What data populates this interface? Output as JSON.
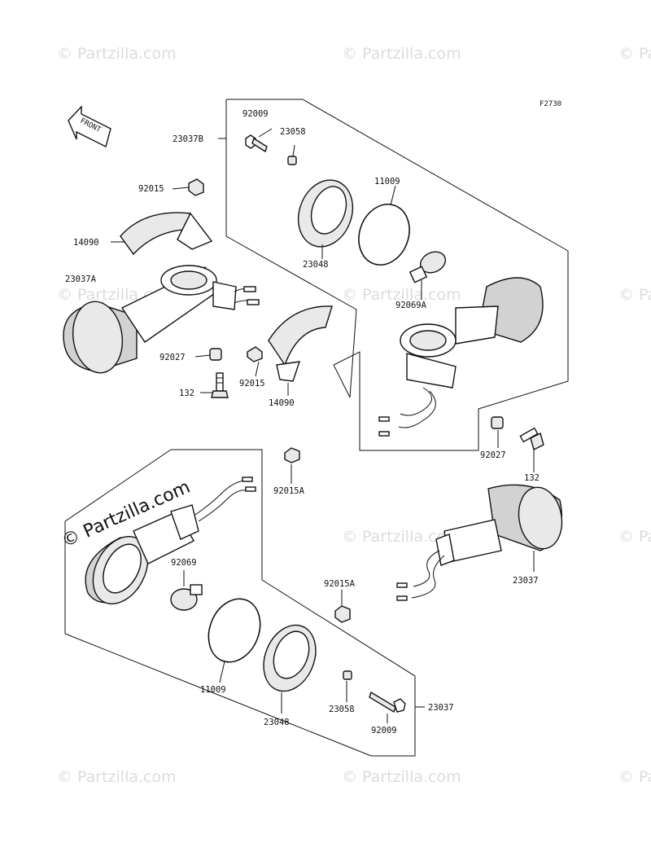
{
  "diagram_code": "F2730",
  "front_label": "FRONT",
  "watermark_text": "© Partzilla.com",
  "watermark_large_text": "© Partzilla.com",
  "parts": {
    "p23037B": "23037B",
    "p92009_top": "92009",
    "p23058_top": "23058",
    "p11009_top": "11009",
    "p23048_top": "23048",
    "p92069A": "92069A",
    "p92015_tl": "92015",
    "p14090_l": "14090",
    "p23037A": "23037A",
    "p92027_l": "92027",
    "p132_l": "132",
    "p92015_m": "92015",
    "p14090_m": "14090",
    "p92027_r": "92027",
    "p132_r": "132",
    "p92015A_top": "92015A",
    "p92069": "92069",
    "p11009_bot": "11009",
    "p23048_bot": "23048",
    "p23058_bot": "23058",
    "p92009_bot": "92009",
    "p23037_bot": "23037",
    "p92015A_mid": "92015A",
    "p23037_right": "23037"
  },
  "colors": {
    "line": "#111111",
    "watermark": "#dcdcdc",
    "fill_light": "#e9e9e9",
    "fill_dark": "#d2d2d2"
  }
}
